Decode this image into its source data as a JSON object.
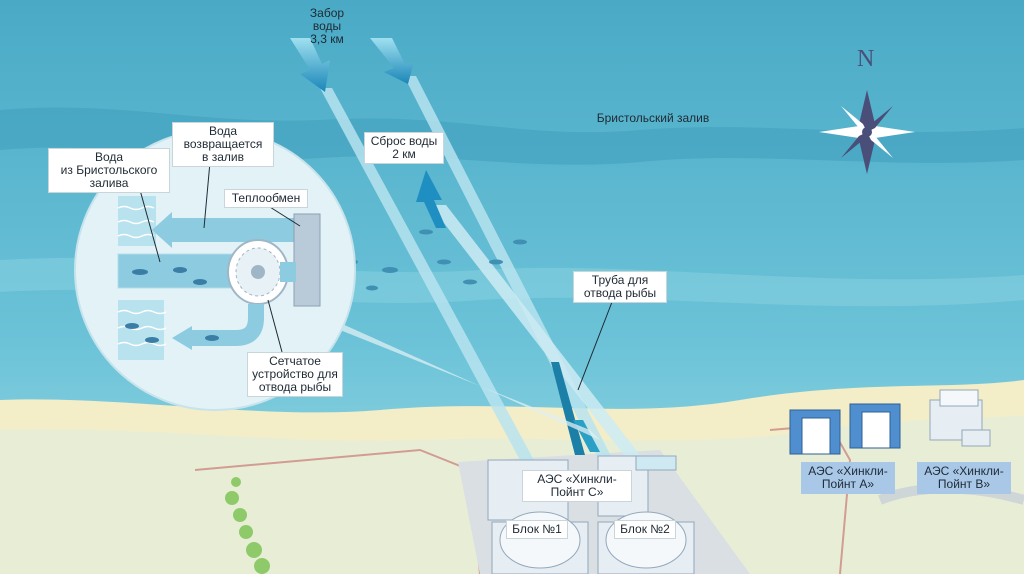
{
  "labels": {
    "intake": "Забор воды\n3,3 км",
    "discharge": "Сброс воды\n2 км",
    "bay": "Бристольский залив",
    "water_returns": "Вода\nвозвращается\nв залив",
    "water_from_bay": "Вода\nиз Бристольского\nзалива",
    "heat_exchange": "Теплообмен",
    "fish_pipe": "Труба для\nотвода рыбы",
    "mesh_device": "Сетчатое\nустройство для\nотвода рыбы",
    "plant_c": "АЭС «Хинкли-\nПойнт С»",
    "unit1": "Блок №1",
    "unit2": "Блок №2",
    "plant_a": "АЭС «Хинкли-\nПойнт А»",
    "plant_b": "АЭС «Хинкли-\nПойнт В»",
    "compass_n": "N"
  },
  "colors": {
    "sea_deep": "#4aaac6",
    "sea_light": "#7fcddd",
    "sand": "#f3edc8",
    "land": "#e8eed6",
    "pipe": "#b7e3ef",
    "arrow": "#1f8fc2",
    "label_box": "#a9c8e8"
  }
}
